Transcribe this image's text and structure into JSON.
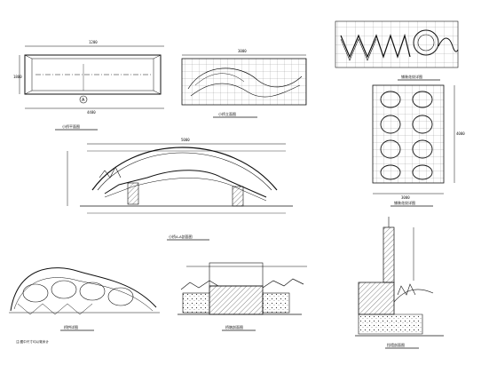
{
  "sheet": {
    "panels": {
      "bridge_plan": {
        "dim_top": "1200",
        "dim_bottom": "4480",
        "dim_side": "1800",
        "marker": "A",
        "title": "小桥平面图"
      },
      "wall_elevation": {
        "dim_top": "3000",
        "title": "小桥立面图"
      },
      "pattern_detail": {
        "title": "铺装花纹详图"
      },
      "pattern_grid": {
        "dim_bottom": "3000",
        "dim_side": "4000",
        "title": "铺装花纹详图"
      },
      "bridge_section": {
        "dim_top": "5000",
        "title": "小桥A-A剖面图"
      },
      "arch_detail": {
        "title": "桥拱详图"
      },
      "pier_section": {
        "title": "桥墩剖面图"
      },
      "retaining": {
        "title": "挡墙剖面图"
      }
    },
    "footnote": "注:图中尺寸均以毫米计"
  }
}
